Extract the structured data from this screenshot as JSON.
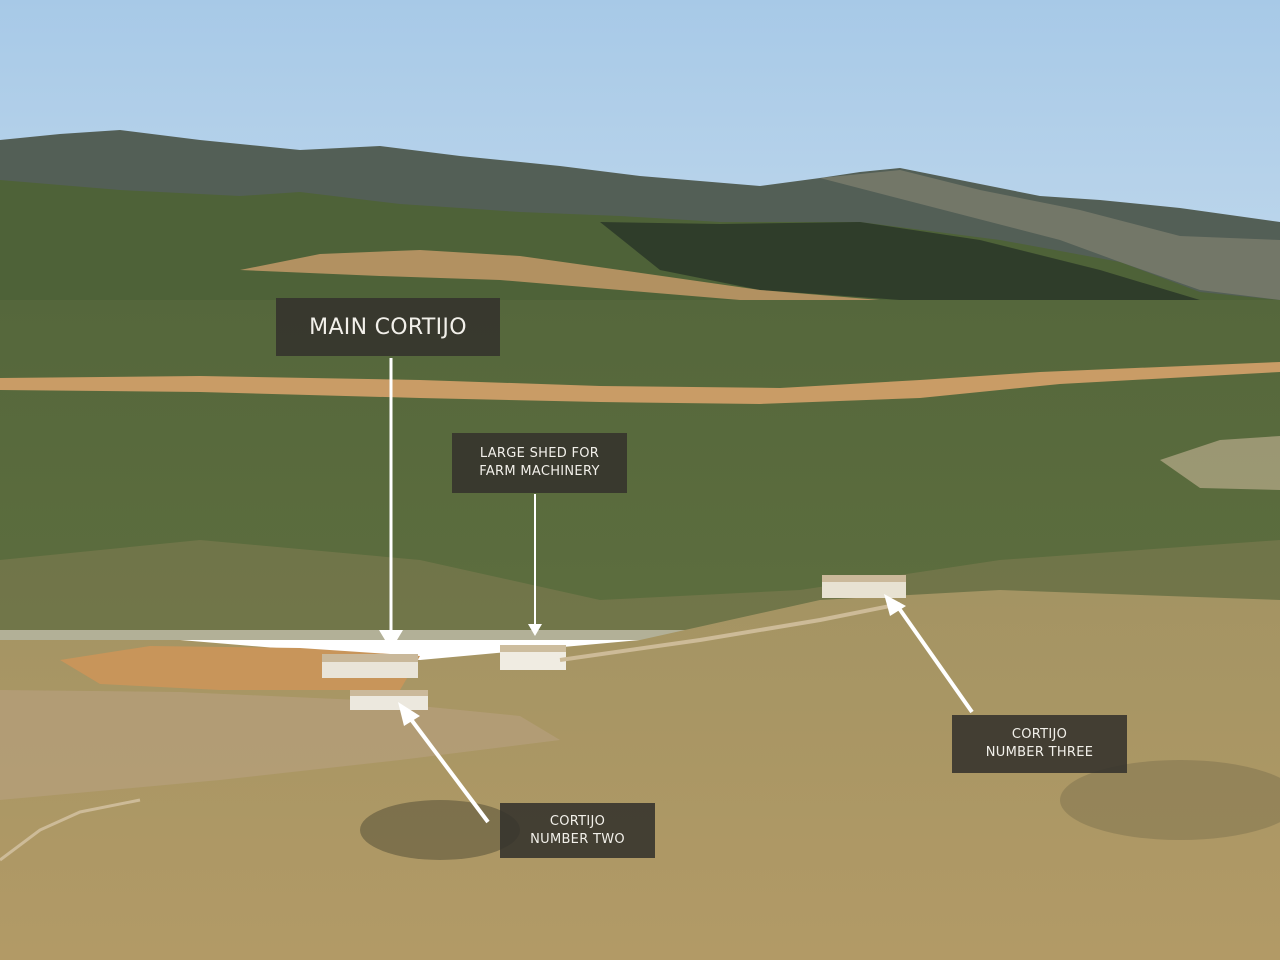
{
  "image": {
    "description": "Aerial landscape photo of a rural farm estate in a valley with forested hills, annotated with labels and arrows",
    "colors": {
      "sky_top": "#a9cbe8",
      "sky_bottom": "#c6dcee",
      "far_hills": "#4e5a4e",
      "mid_forest": "#4f6338",
      "fields": "#c79a63",
      "foreground": "#a8925e",
      "label_bg": "#34322c",
      "label_text": "#f2f0ea",
      "arrow": "#ffffff"
    }
  },
  "labels": {
    "main_cortijo": {
      "text": "MAIN CORTIJO"
    },
    "large_shed": {
      "line1": "LARGE SHED FOR",
      "line2": "FARM MACHINERY"
    },
    "cortijo_three": {
      "line1": "CORTIJO",
      "line2": "NUMBER THREE"
    },
    "cortijo_two": {
      "line1": "CORTIJO",
      "line2": "NUMBER TWO"
    }
  }
}
